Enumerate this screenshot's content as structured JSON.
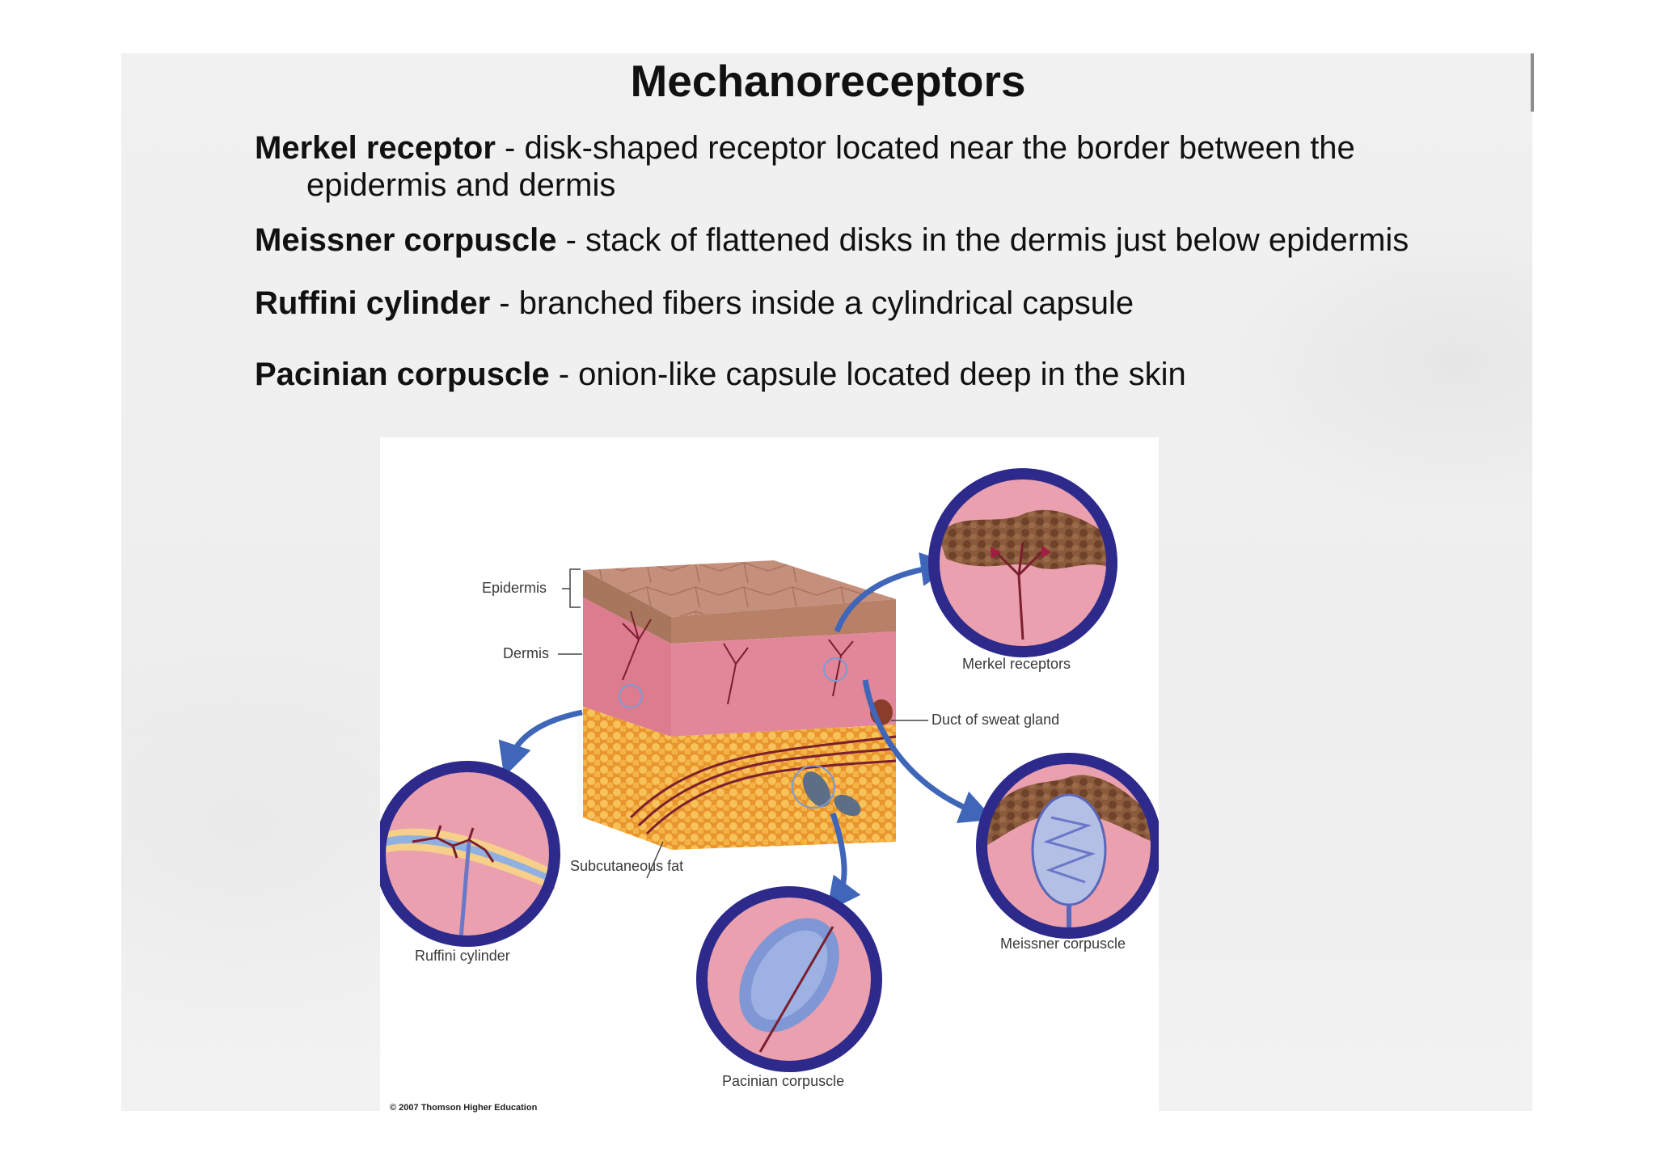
{
  "slide": {
    "title": "Mechanoreceptors",
    "definitions": [
      {
        "term": "Merkel receptor",
        "text": " - disk-shaped receptor located near the border between the",
        "continuation": "epidermis and dermis"
      },
      {
        "term": "Meissner corpuscle",
        "text": " - stack of flattened disks in the dermis just below epidermis"
      },
      {
        "term": "Ruffini cylinder",
        "text": " - branched fibers inside a cylindrical capsule"
      },
      {
        "term": "Pacinian corpuscle",
        "text": " - onion-like capsule located deep in the skin"
      }
    ]
  },
  "figure": {
    "labels": {
      "epidermis": "Epidermis",
      "dermis": "Dermis",
      "subcutaneous_fat": "Subcutaneous fat",
      "merkel_receptors": "Merkel receptors",
      "duct_sweat_gland": "Duct of sweat gland",
      "meissner_corpuscle": "Meissner corpuscle",
      "ruffini_cylinder": "Ruffini cylinder",
      "pacinian_corpuscle": "Pacinian corpuscle"
    },
    "copyright": "© 2007 Thomson Higher Education",
    "colors": {
      "ring": "#2e2a8c",
      "arrow": "#3f66b8",
      "skin_pink": "#e68a9a",
      "epidermis_tan": "#c99a80",
      "fat_orange": "#f0a43a",
      "nerve": "#7a1f2e"
    }
  }
}
